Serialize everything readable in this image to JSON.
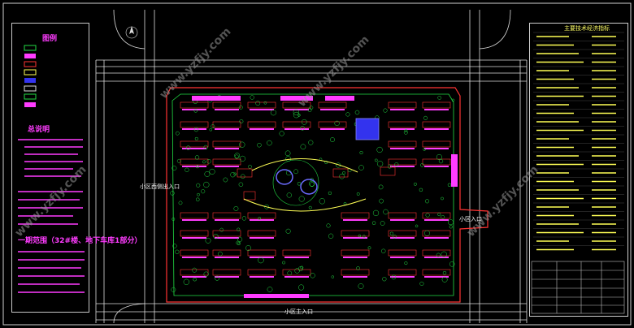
{
  "legend": {
    "title": "图例"
  },
  "notes": {
    "title": "总说明"
  },
  "phase": {
    "title": "一期范围（32#楼、地下车库1部分）"
  },
  "indicators": {
    "title": "主要技术经济指标"
  },
  "units_table": {
    "columns": [
      "",
      "",
      "",
      ""
    ],
    "rows": [
      [
        "",
        "",
        "",
        ""
      ],
      [
        "",
        "",
        "",
        ""
      ],
      [
        "",
        "",
        "",
        ""
      ],
      [
        "",
        "",
        "",
        ""
      ],
      [
        "",
        "",
        "",
        ""
      ]
    ]
  },
  "entrances": {
    "north_west": "小区西侧出入口",
    "east": "小区入口",
    "south": "小区主入口"
  },
  "watermark": {
    "text": "www.yzfjy.com"
  },
  "colors": {
    "road": "#e0e0e0",
    "building": "#ff3cff",
    "tree": "#22dd44",
    "highlight": "#ffff55",
    "accent_blue": "#4444ff",
    "red_line": "#ff3333"
  }
}
